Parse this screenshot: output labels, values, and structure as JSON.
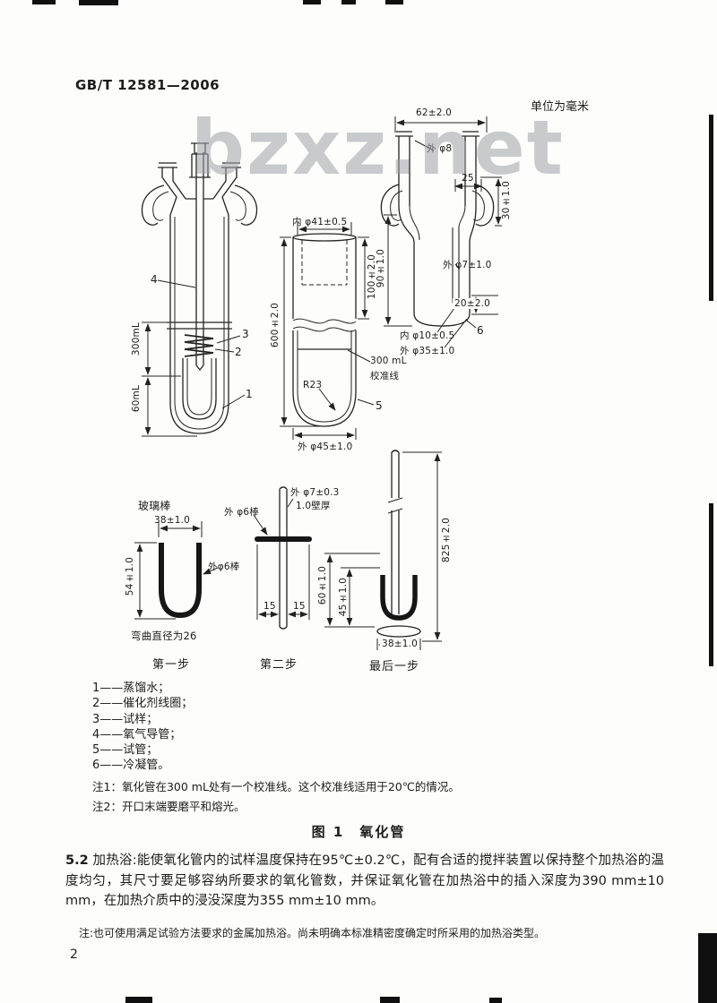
{
  "header": {
    "doc_number": "GB/T 12581—2006",
    "units_note": "单位为毫米"
  },
  "watermark": "bzxz.net",
  "figure": {
    "caption": "图 1　氧化管",
    "assembly": {
      "vol_300": "300mL",
      "vol_60": "60mL",
      "part_4": "4",
      "part_3": "3",
      "part_2": "2",
      "part_1": "1"
    },
    "tube": {
      "inner_dia": "内 φ41±0.5",
      "height": "600±2.0",
      "top_len": "100±2.0",
      "radius": "R23",
      "outer_dia": "外 φ45±1.0",
      "cal_line_1": "300 mL",
      "cal_line_2": "校准线",
      "part_5": "5"
    },
    "condenser": {
      "width": "62±2.0",
      "outer_8": "外 φ8",
      "dist_25": "25",
      "h_30": "30±1.0",
      "h_90": "90±1.0",
      "outer_7": "外 φ7±1.0",
      "h_20": "20±2.0",
      "inner_10": "内 φ10±0.5",
      "outer_35": "外 φ35±1.0",
      "part_6": "6"
    },
    "step1": {
      "material": "玻璃棒",
      "w_38": "38±1.0",
      "h_54": "54±1.0",
      "rod": "外φ6棒",
      "bend_note": "弯曲直径为26",
      "caption": "第一步"
    },
    "step2": {
      "outer_7": "外 φ7±0.3",
      "wall": "1.0壁厚",
      "rod": "外 φ6棒",
      "w_15a": "15",
      "w_15b": "15",
      "caption": "第二步"
    },
    "step3": {
      "h_825": "825±2.0",
      "h_60": "60±1.0",
      "h_45": "45±1.0",
      "w_38": "38±1.0",
      "caption": "最后一步"
    },
    "legend": [
      "1——蒸馏水；",
      "2——催化剂线圈；",
      "3——试样；",
      "4——氧气导管；",
      "5——试管；",
      "6——冷凝管。"
    ],
    "notes": [
      "注1：氧化管在300 mL处有一个校准线。这个校准线适用于20℃的情况。",
      "注2：开口末端要磨平和熔光。"
    ]
  },
  "section": {
    "number": "5.2",
    "body": "加热浴:能使氧化管内的试样温度保持在95℃±0.2℃，配有合适的搅拌装置以保持整个加热浴的温度均匀，其尺寸要足够容纳所要求的氧化管数，并保证氧化管在加热浴中的插入深度为390 mm±10 mm，在加热介质中的浸没深度为355 mm±10 mm。",
    "note": "注:也可使用满足试验方法要求的金属加热浴。尚未明确本标准精密度确定时所采用的加热浴类型。"
  },
  "footer": {
    "page_number": "2"
  }
}
